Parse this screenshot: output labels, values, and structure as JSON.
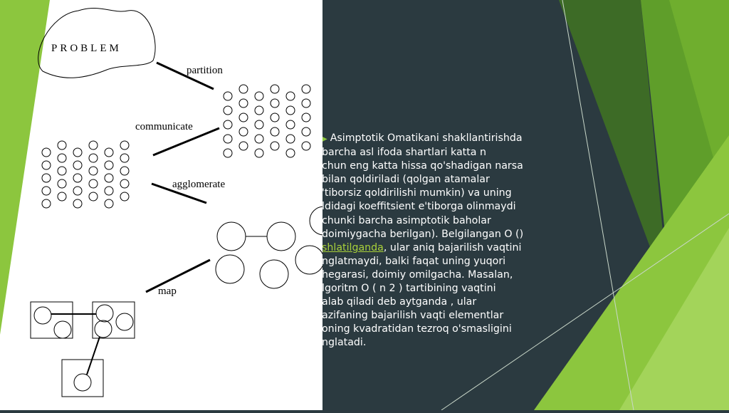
{
  "colors": {
    "background": "#2b3a40",
    "accent": "#8cc63e",
    "link": "#a9d13a",
    "text": "#ffffff"
  },
  "figure": {
    "problem_label": "PROBLEM",
    "partition_label": "partition",
    "communicate_label": "communicate",
    "agglomerate_label": "agglomerate",
    "map_label": "map"
  },
  "body": {
    "bullet_icon": "triangle-bullet",
    "lines": [
      "Asimptotik Omatikani shakllantirishda",
      "barcha asl ifoda shartlari katta n",
      "chun eng katta hissa qo'shadigan narsa",
      "bilan qoldiriladi (qolgan atamalar",
      "'tiborsiz qoldirilishi mumkin) va uning",
      "ldidagi koeffitsient e'tiborga olinmaydi",
      "chunki barcha asimptotik baholar",
      "doimiygacha berilgan). Belgilangan O ()",
      ", ular aniq bajarilish vaqtini",
      "nglatmaydi, balki faqat uning yuqori",
      "hegarasi, doimiy omilgacha. Masalan,",
      "lgoritm O ( n 2 ) tartibining vaqtini",
      "alab qiladi deb aytganda , ular",
      "azifaning bajarilish vaqti elementlar",
      "oning kvadratidan tezroq o'smasligini",
      "nglatadi."
    ],
    "link_text": "shlatilganda"
  }
}
